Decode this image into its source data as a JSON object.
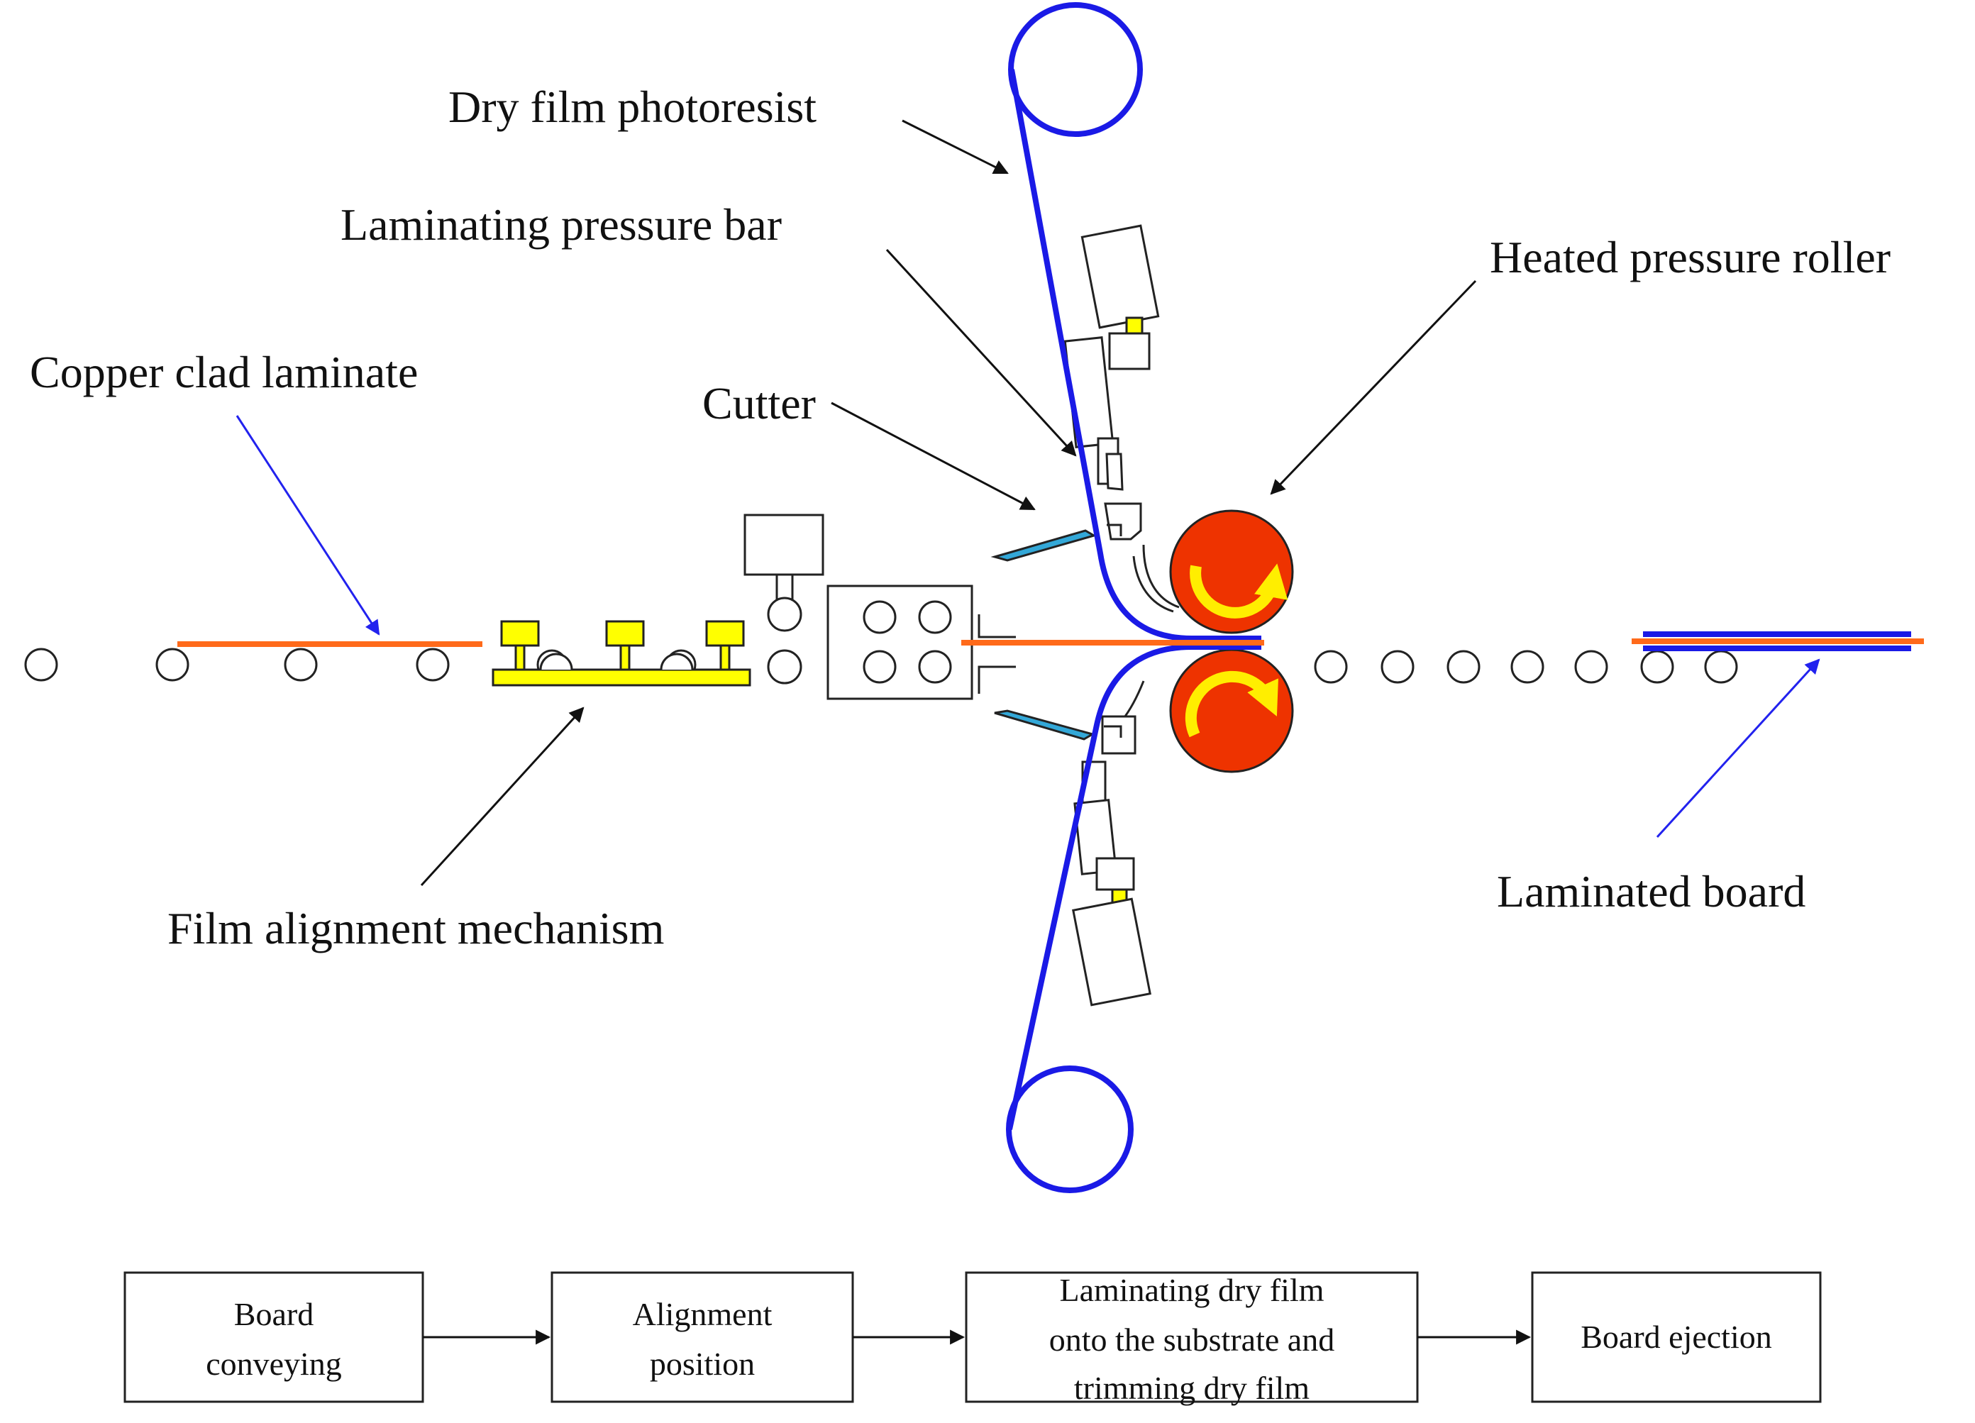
{
  "labels": {
    "dry_film": "Dry film photoresist",
    "pressure_bar": "Laminating pressure bar",
    "heated_roller": "Heated pressure roller",
    "copper_laminate": "Copper clad laminate",
    "cutter": "Cutter",
    "alignment": "Film alignment mechanism",
    "laminated_board": "Laminated board"
  },
  "flow": {
    "steps": [
      {
        "lines": [
          "Board",
          "conveying"
        ]
      },
      {
        "lines": [
          "Alignment",
          "position"
        ]
      },
      {
        "lines": [
          "Laminating dry film",
          "onto the substrate and",
          "trimming dry film"
        ]
      },
      {
        "lines": [
          "Board ejection"
        ]
      }
    ]
  },
  "colors": {
    "film": "#1a1ae6",
    "board": "#ff6a1a",
    "roller": "#ee3300",
    "roller_arrow": "#ffee00",
    "alignment": "#ffff00",
    "cutter": "#33a8d8",
    "pointer_blue": "#2222ee",
    "pointer_black": "#111111"
  }
}
